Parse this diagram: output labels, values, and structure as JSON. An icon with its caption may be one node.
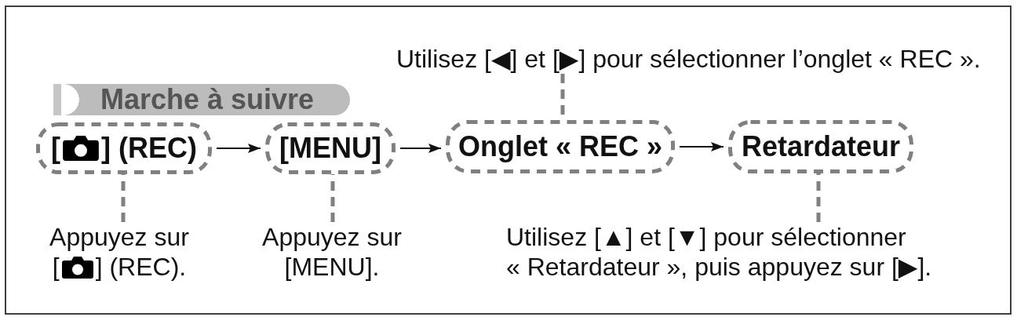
{
  "diagram": {
    "nodes": [
      {
        "text": [
          "Utilisez [◀] et [▶] pour sélectionner l’onglet « REC »."
        ]
      },
      {
        "text": [
          "Marche à suivre"
        ]
      },
      {
        "text": [
          "[",
          "] (REC)"
        ]
      },
      {
        "text": [
          "[MENU]"
        ]
      },
      {
        "text": [
          "Onglet « REC »"
        ]
      },
      {
        "text": [
          "Retardateur"
        ]
      },
      {
        "text": [
          "Appuyez sur",
          "[",
          "] (REC)."
        ]
      },
      {
        "text": [
          "Appuyez sur [MENU]."
        ]
      },
      {
        "text": [
          "Utilisez [▲] et [▼] pour sélectionner « Retardateur », puis appuyez sur [▶]."
        ]
      }
    ],
    "edges": [
      {
        "from": 2,
        "to": 3,
        "arrow": "to",
        "color": "#111111"
      },
      {
        "from": 3,
        "to": 4,
        "arrow": "to",
        "color": "#111111"
      },
      {
        "from": 4,
        "to": 5,
        "arrow": "to",
        "color": "#111111"
      },
      {
        "from": 0,
        "to": 4,
        "arrow": "none",
        "style": "dashed",
        "color": "#808080"
      },
      {
        "from": 6,
        "to": 2,
        "arrow": "none",
        "style": "dashed",
        "color": "#808080"
      },
      {
        "from": 7,
        "to": 3,
        "arrow": "none",
        "style": "dashed",
        "color": "#808080"
      },
      {
        "from": 8,
        "to": 5,
        "arrow": "none",
        "style": "dashed",
        "color": "#808080"
      }
    ]
  }
}
